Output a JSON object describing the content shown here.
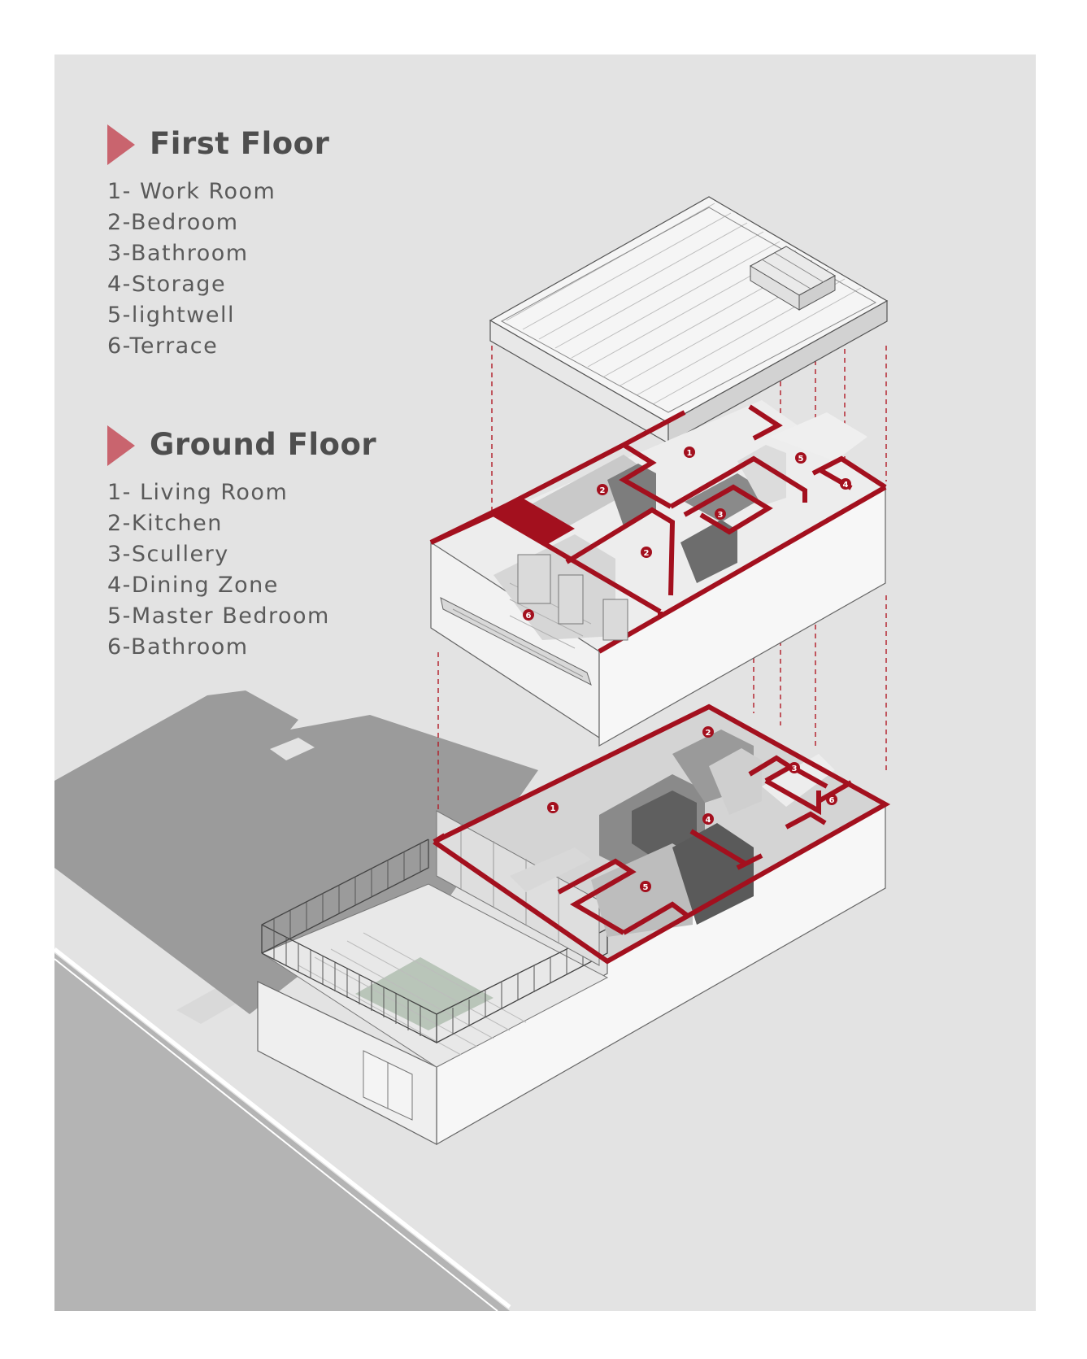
{
  "legend": {
    "first_floor": {
      "title": "First Floor",
      "items": [
        "1- Work Room",
        "2-Bedroom",
        "3-Bathroom",
        "4-Storage",
        "5-lightwell",
        "6-Terrace"
      ]
    },
    "ground_floor": {
      "title": "Ground Floor",
      "items": [
        "1- Living Room",
        "2-Kitchen",
        "3-Scullery",
        "4-Dining Zone",
        "5-Master Bedroom",
        "6-Bathroom"
      ]
    }
  },
  "first_floor_tags": [
    "1",
    "2",
    "2",
    "3",
    "4",
    "5",
    "6"
  ],
  "ground_floor_tags": [
    "1",
    "2",
    "3",
    "4",
    "5",
    "6"
  ],
  "colors": {
    "background": "#e3e3e3",
    "accent_red": "#a3101e",
    "legend_arrow": "#c9646e",
    "wall_white": "#f7f7f7",
    "shadow": "#9b9b9b",
    "road": "#b4b4b4"
  }
}
